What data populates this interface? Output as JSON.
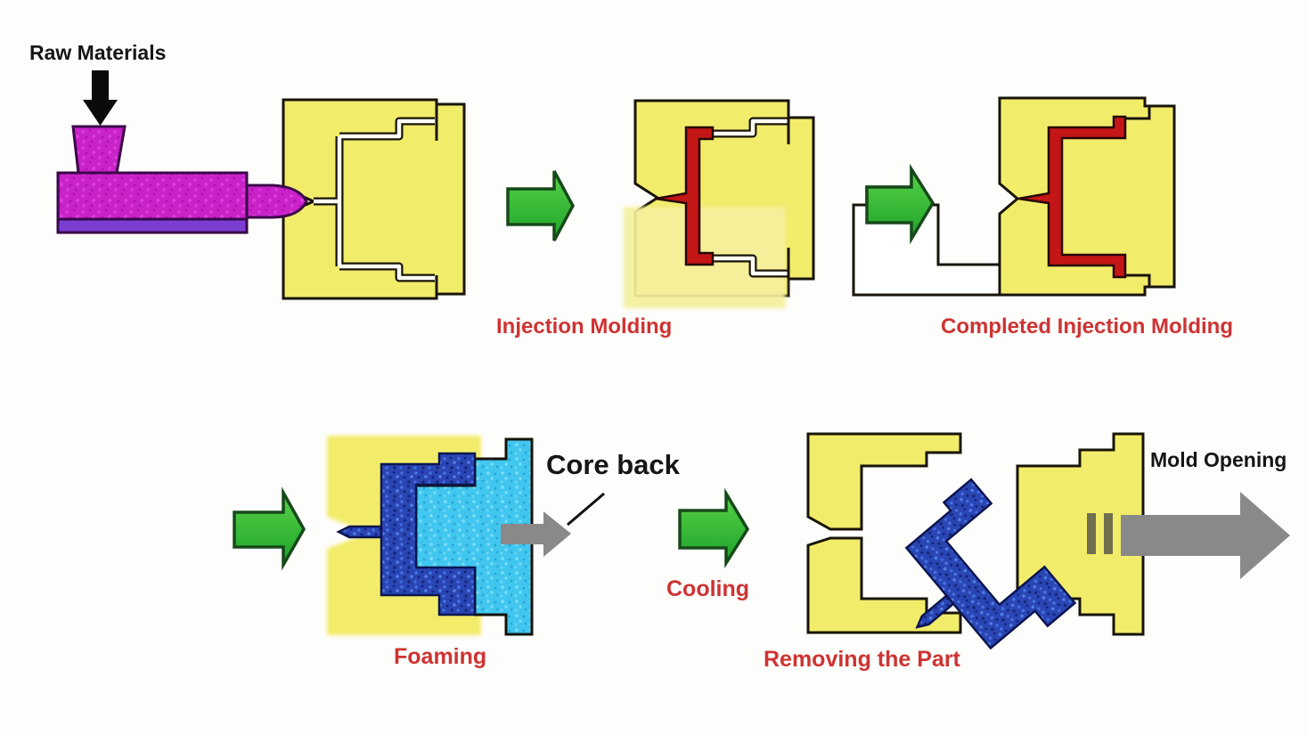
{
  "diagram": {
    "type": "process-flow",
    "stages": [
      {
        "id": "raw-materials",
        "label": "Raw Materials",
        "label_color": "black"
      },
      {
        "id": "injection-molding",
        "label": "Injection Molding",
        "label_color": "red"
      },
      {
        "id": "completed-injection-molding",
        "label": "Completed Injection Molding",
        "label_color": "red"
      },
      {
        "id": "foaming",
        "label": "Foaming",
        "label_color": "red"
      },
      {
        "id": "cooling",
        "label": "Cooling",
        "label_color": "red"
      },
      {
        "id": "removing-the-part",
        "label": "Removing the Part",
        "label_color": "red"
      }
    ],
    "annotations": [
      {
        "id": "core-back",
        "label": "Core back",
        "label_color": "black"
      },
      {
        "id": "mold-opening",
        "label": "Mold Opening",
        "label_color": "black"
      }
    ]
  },
  "colors": {
    "label-red": "#ce3333",
    "label-black": "#151515",
    "mold-yellow": "#f2ec6b",
    "mold-yellow-soft": "#f5f09c",
    "outline-black": "#181408",
    "melt-magenta": "#c922c9",
    "machine-purple": "#7a3ed2",
    "part-red": "#c41616",
    "foam-blue": "#2946b4",
    "core-cyan": "#41c6ef",
    "arrow-green": "#2fb92f",
    "arrow-green-dark": "#17491b",
    "arrow-gray": "#898989",
    "bar-olive": "#70704f",
    "bg": "#fdfdfb"
  }
}
